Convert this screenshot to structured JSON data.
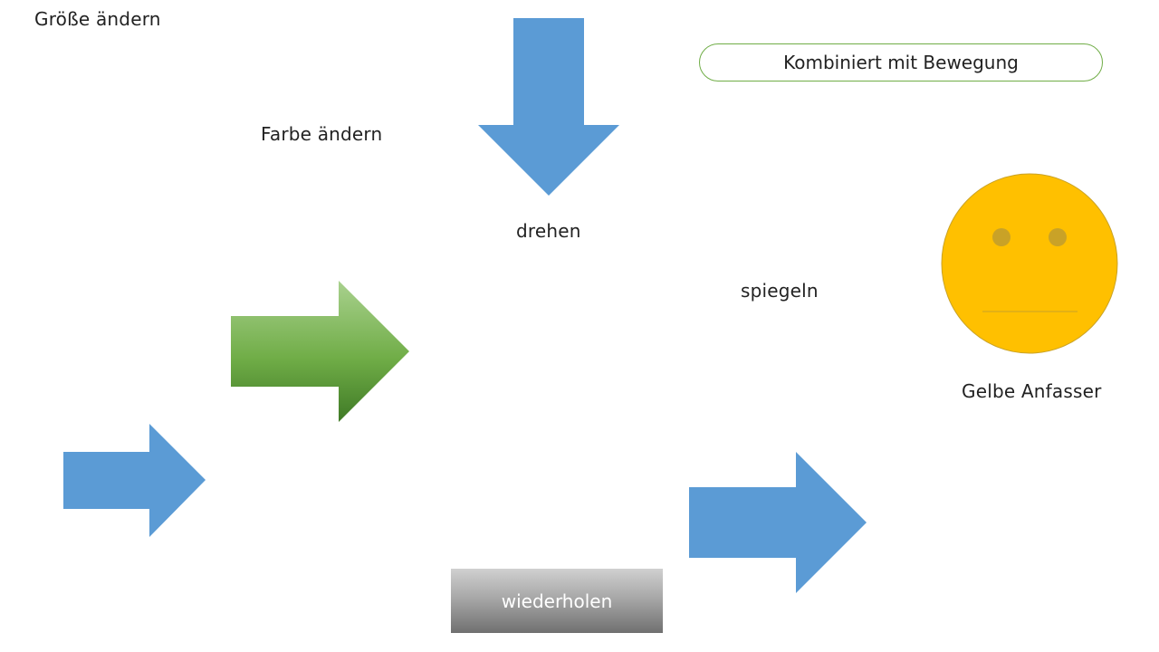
{
  "labels": {
    "groesse_aendern": "Größe ändern",
    "farbe_aendern": "Farbe ändern",
    "drehen": "drehen",
    "spiegeln": "spiegeln",
    "gelbe_anfasser": "Gelbe Anfasser"
  },
  "buttons": {
    "kombiniert": "Kombiniert mit Bewegung",
    "wiederholen": "wiederholen"
  },
  "colors": {
    "arrow_blue": "#5b9bd5",
    "arrow_green_light": "#a9d18e",
    "arrow_green_dark": "#3f7a26",
    "smiley_fill": "#ffc000",
    "smiley_border": "#c9a227",
    "smiley_eye": "#c9a227",
    "kombi_border": "#70ad47"
  }
}
